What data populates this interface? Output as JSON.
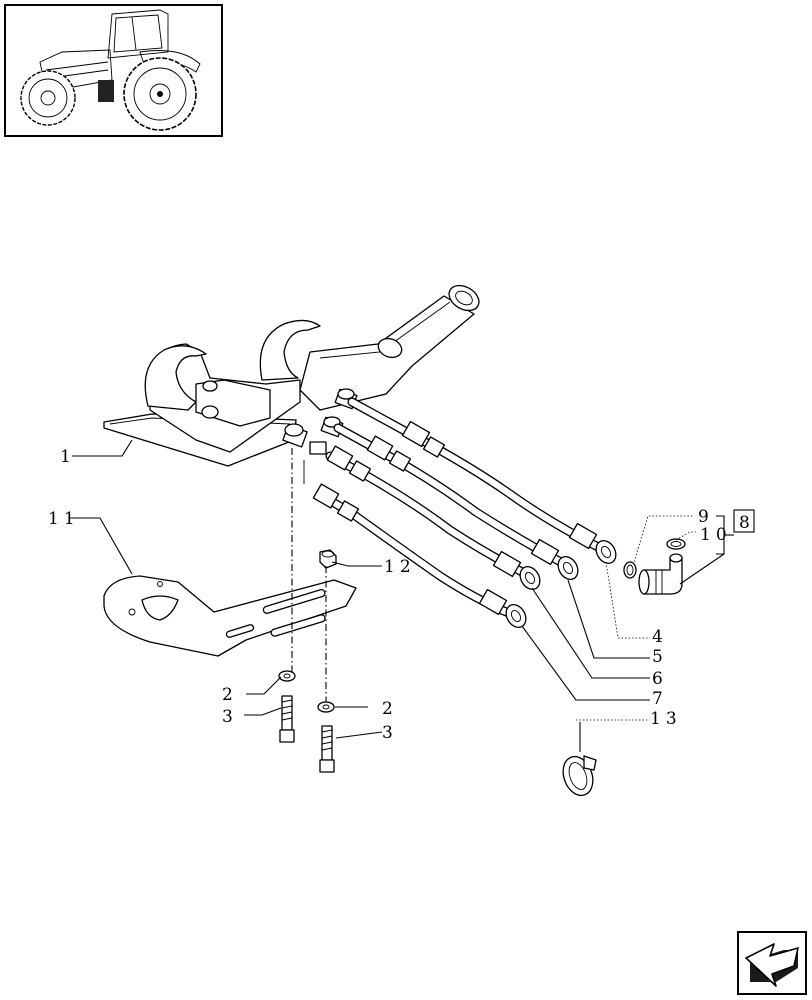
{
  "callouts": {
    "c1": "1",
    "c11": "11",
    "c12": "12",
    "c2a": "2",
    "c3a": "3",
    "c2b": "2",
    "c3b": "3",
    "c9": "9",
    "c10": "10",
    "c8": "8",
    "c4": "4",
    "c5": "5",
    "c6": "6",
    "c7": "7",
    "c13": "13"
  },
  "icons": {
    "thumbnail": "tractor-thumbnail-icon",
    "navigation": "next-page-arrow-icon"
  }
}
